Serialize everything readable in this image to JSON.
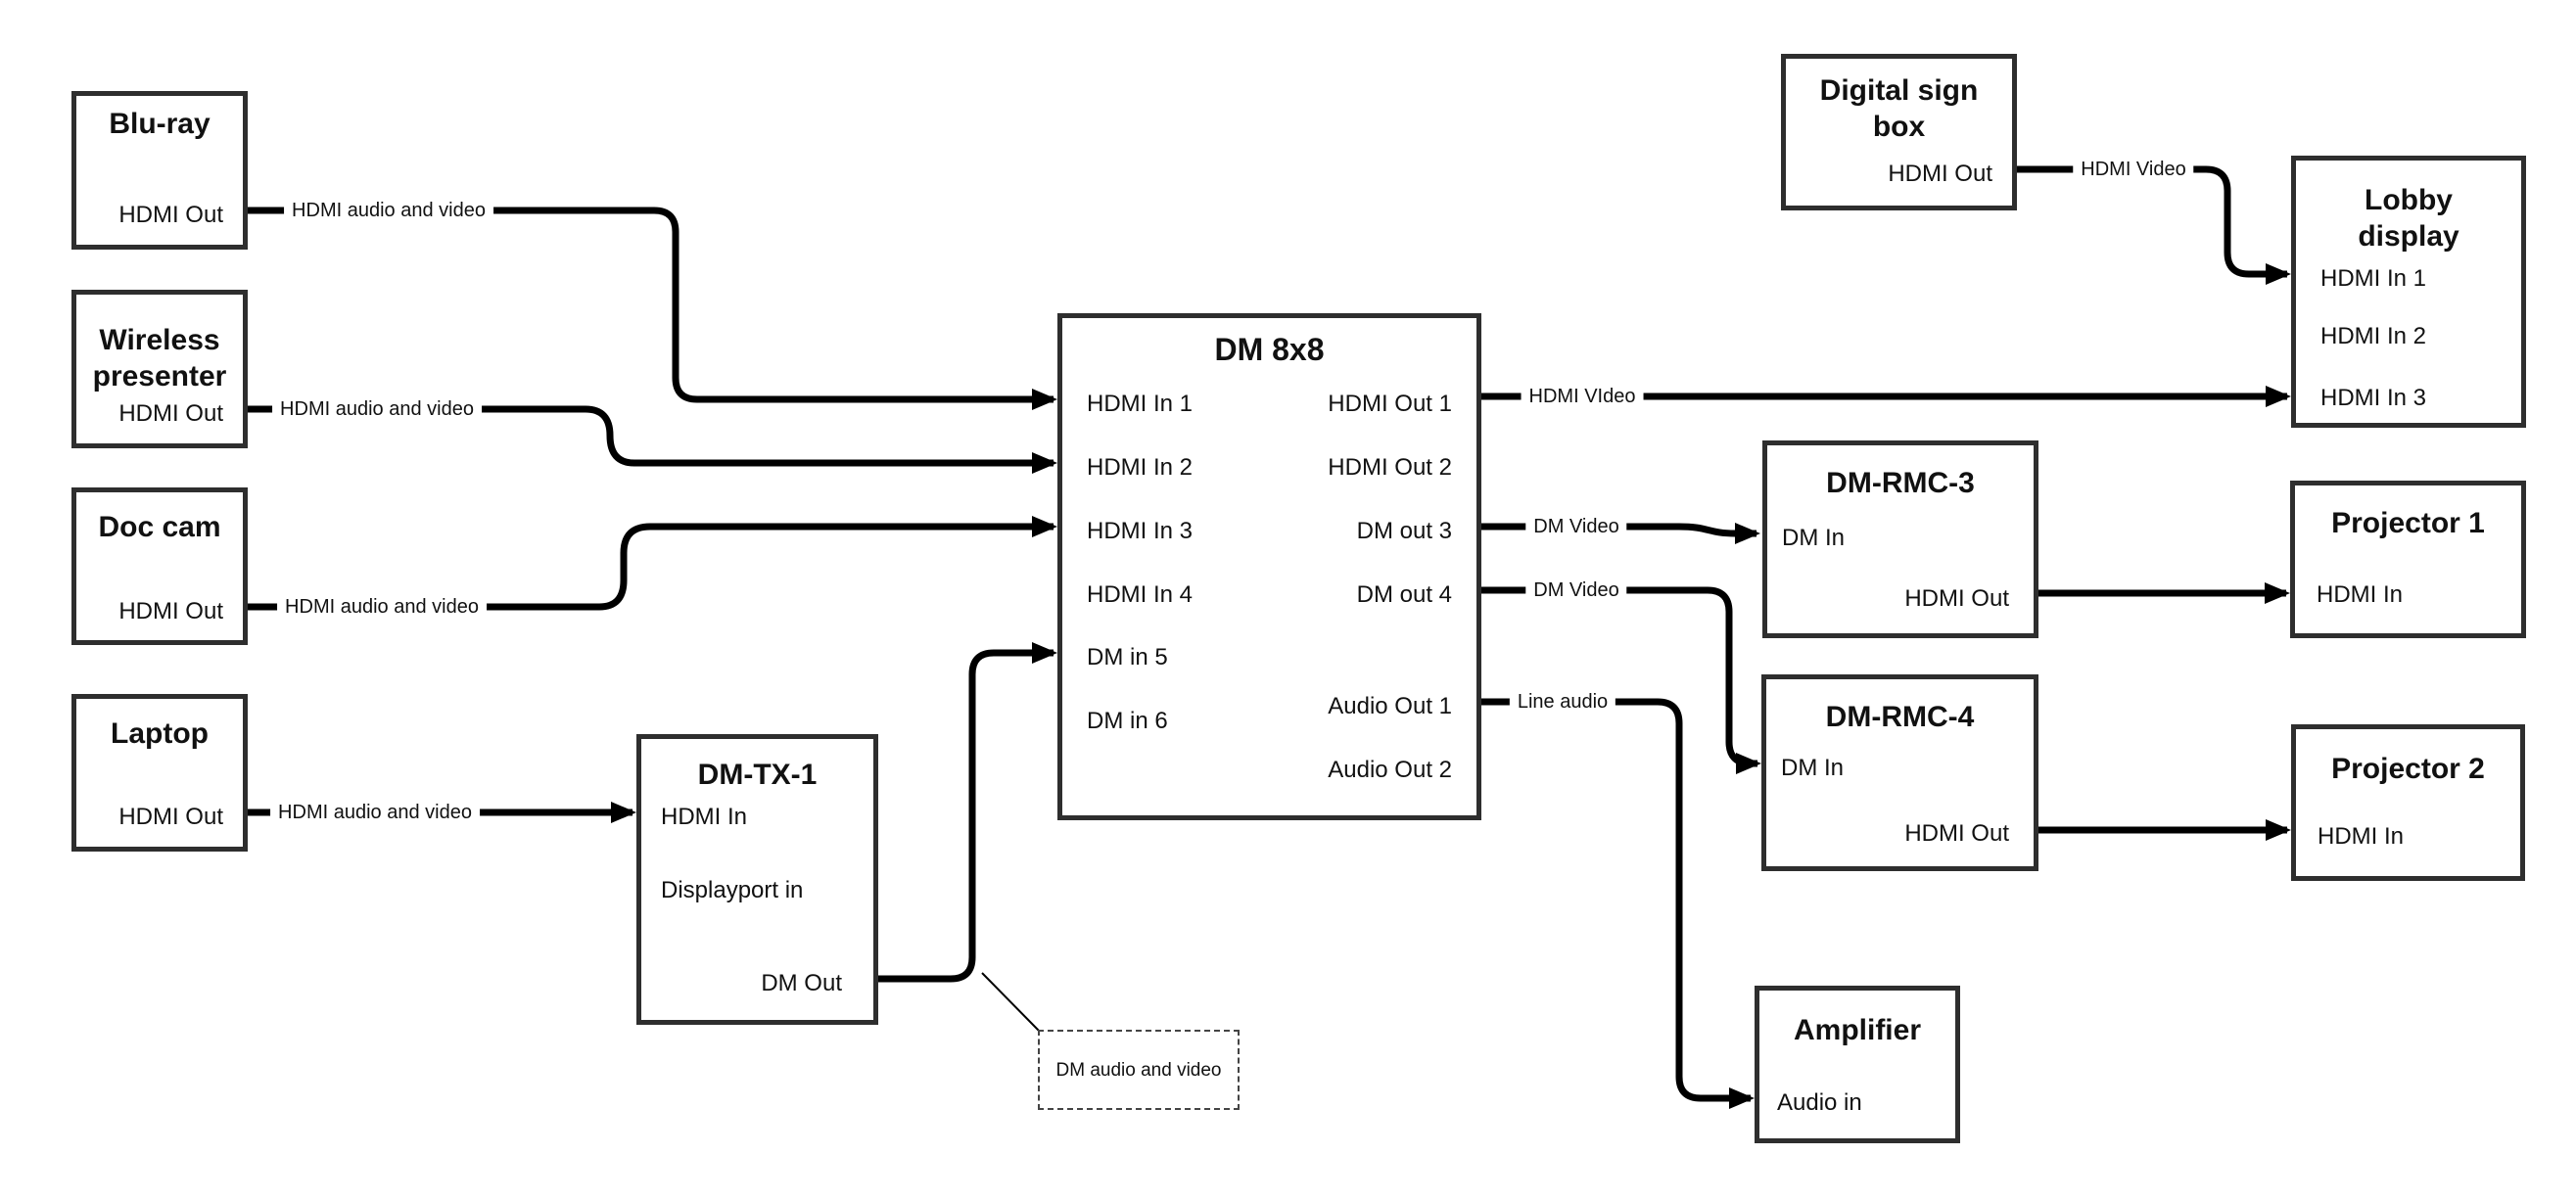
{
  "nodes": {
    "bluray": {
      "title": "Blu-ray",
      "port_hdmi_out": "HDMI Out"
    },
    "wireless": {
      "title": "Wireless presenter",
      "port_hdmi_out": "HDMI Out"
    },
    "doccam": {
      "title": "Doc cam",
      "port_hdmi_out": "HDMI Out"
    },
    "laptop": {
      "title": "Laptop",
      "port_hdmi_out": "HDMI Out"
    },
    "dmtx1": {
      "title": "DM-TX-1",
      "port_hdmi_in": "HDMI In",
      "port_dp_in": "Displayport in",
      "port_dm_out": "DM Out"
    },
    "dm8x8": {
      "title": "DM 8x8",
      "in1": "HDMI In 1",
      "in2": "HDMI In 2",
      "in3": "HDMI In 3",
      "in4": "HDMI In 4",
      "in5": "DM in 5",
      "in6": "DM in 6",
      "out1": "HDMI Out 1",
      "out2": "HDMI Out 2",
      "out3": "DM out 3",
      "out4": "DM out 4",
      "aout1": "Audio Out 1",
      "aout2": "Audio Out 2"
    },
    "digisign": {
      "title": "Digital sign box",
      "port_hdmi_out": "HDMI Out"
    },
    "lobby": {
      "title": "Lobby display",
      "in1": "HDMI In 1",
      "in2": "HDMI In 2",
      "in3": "HDMI In 3"
    },
    "dmrmc3": {
      "title": "DM-RMC-3",
      "port_dm_in": "DM In",
      "port_hdmi_out": "HDMI Out"
    },
    "proj1": {
      "title": "Projector 1",
      "port_hdmi_in": "HDMI In"
    },
    "dmrmc4": {
      "title": "DM-RMC-4",
      "port_dm_in": "DM In",
      "port_hdmi_out": "HDMI Out"
    },
    "proj2": {
      "title": "Projector 2",
      "port_hdmi_in": "HDMI In"
    },
    "amp": {
      "title": "Amplifier",
      "port_audio_in": "Audio in"
    }
  },
  "labels": {
    "bluray_wire": "HDMI audio and video",
    "wireless_wire": "HDMI audio and video",
    "doccam_wire": "HDMI audio and video",
    "laptop_wire": "HDMI audio and video",
    "out1_wire": "HDMI VIdeo",
    "out3_wire": "DM Video",
    "out4_wire": "DM Video",
    "aout1_wire": "Line audio",
    "digisign_wire": "HDMI Video",
    "note": "DM audio and video"
  }
}
